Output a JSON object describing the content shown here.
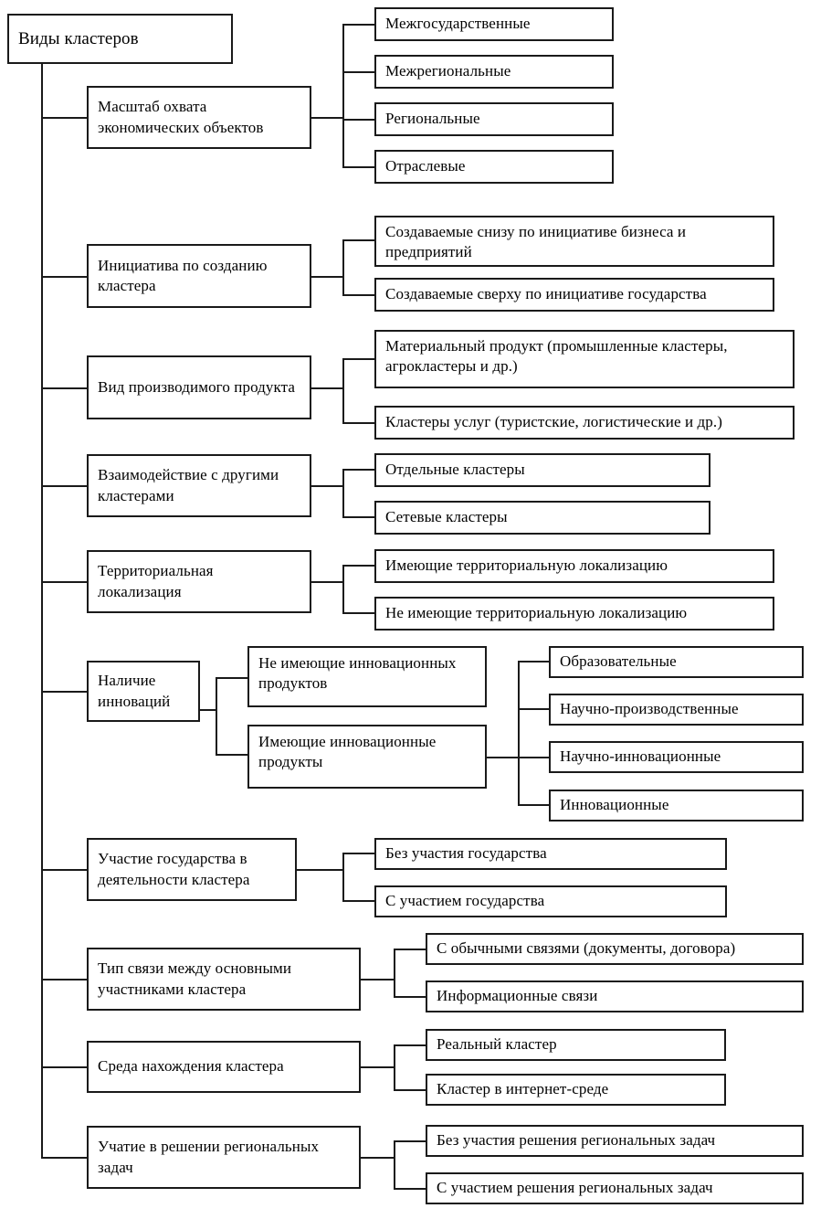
{
  "diagram": {
    "title": "Виды кластеров",
    "type": "hierarchy-tree",
    "root": {
      "label": "Виды кластеров"
    },
    "branches": [
      {
        "label": "Масштаб охвата экономических объектов",
        "children": [
          {
            "label": "Межгосударственные"
          },
          {
            "label": "Межрегиональные"
          },
          {
            "label": "Региональные"
          },
          {
            "label": "Отраслевые"
          }
        ]
      },
      {
        "label": "Инициатива по созданию кластера",
        "children": [
          {
            "label": "Создаваемые снизу по инициативе бизнеса и предприятий"
          },
          {
            "label": "Создаваемые сверху по инициативе государства"
          }
        ]
      },
      {
        "label": "Вид производимого продукта",
        "children": [
          {
            "label": "Материальный продукт (промышленные кластеры, агрокластеры и др.)"
          },
          {
            "label": "Кластеры услуг (туристские, логистические и др.)"
          }
        ]
      },
      {
        "label": "Взаимодействие с другими кластерами",
        "children": [
          {
            "label": "Отдельные кластеры"
          },
          {
            "label": "Сетевые кластеры"
          }
        ]
      },
      {
        "label": "Территориальная локализация",
        "children": [
          {
            "label": "Имеющие территориальную локализацию"
          },
          {
            "label": "Не имеющие территориальную локализацию"
          }
        ]
      },
      {
        "label": "Наличие инноваций",
        "children": [
          {
            "label": "Не имеющие инновационных продуктов"
          },
          {
            "label": "Имеющие инновационные продукты",
            "children": [
              {
                "label": "Образовательные"
              },
              {
                "label": "Научно-производственные"
              },
              {
                "label": "Научно-инновационные"
              },
              {
                "label": "Инновационные"
              }
            ]
          }
        ]
      },
      {
        "label": "Участие государства в деятельности кластера",
        "children": [
          {
            "label": "Без участия государства"
          },
          {
            "label": "С участием государства"
          }
        ]
      },
      {
        "label": "Тип связи между основными участниками кластера",
        "children": [
          {
            "label": "С обычными связями (документы, договора)"
          },
          {
            "label": "Информационные связи"
          }
        ]
      },
      {
        "label": "Среда нахождения кластера",
        "children": [
          {
            "label": "Реальный кластер"
          },
          {
            "label": "Кластер в интернет-среде"
          }
        ]
      },
      {
        "label": "Учатие в решении региональных задач",
        "children": [
          {
            "label": "Без участия решения региональных задач"
          },
          {
            "label": "С участием решения региональных задач"
          }
        ]
      }
    ]
  }
}
